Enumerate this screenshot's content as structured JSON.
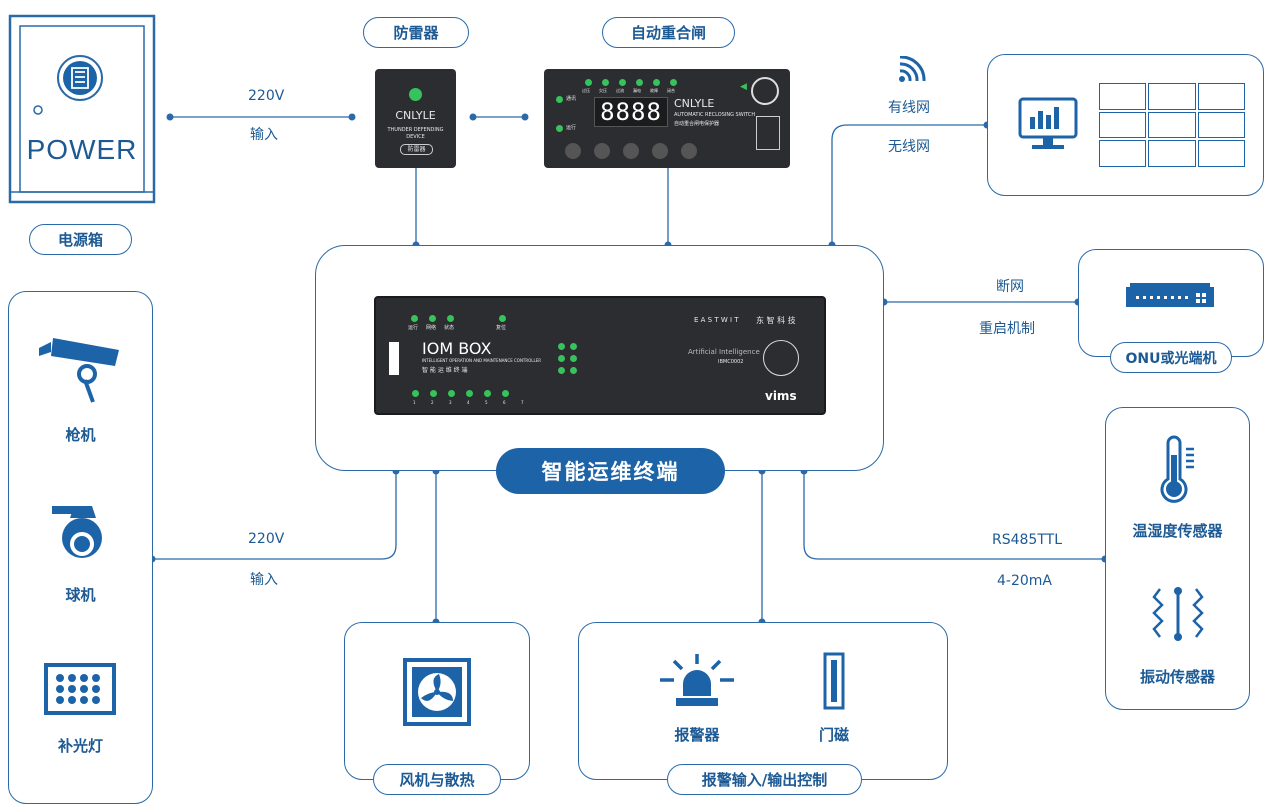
{
  "power_box": {
    "text": "POWER",
    "label": "电源箱"
  },
  "lightning": {
    "label": "防雷器",
    "brand": "CNLYLE",
    "line1": "THUNDER DEFENDING",
    "line2": "DEVICE",
    "button": "防雷器"
  },
  "recloser": {
    "label": "自动重合闸",
    "brand": "CNLYLE",
    "subtitle_en": "AUTOMATIC RECLOSING SWITCH",
    "subtitle_cn": "自动重合闸电保护器",
    "display": "8888",
    "side_labels": [
      "通讯",
      "运行"
    ],
    "top_labels": [
      "过压",
      "欠压",
      "过流",
      "漏电",
      "故障",
      "闭合"
    ]
  },
  "power_link": {
    "voltage": "220V",
    "io": "输入"
  },
  "network": {
    "wired": "有线网",
    "wireless": "无线网"
  },
  "onu": {
    "label": "ONU或光端机",
    "cut": "断网",
    "restart": "重启机制"
  },
  "iom": {
    "title": "IOM BOX",
    "subtitle_en": "INTELLIGENT OPERATION AND MAINTENANCE CONTROLLER",
    "subtitle_cn": "智 能 运 维 终 端",
    "brand_en": "E A S T W I T",
    "brand_cn": "东 智 科 技",
    "ai_text": "Artificial Intelligence",
    "model": "IBMC0002",
    "logo": "vims",
    "leds_top": [
      "运行",
      "网络",
      "状态",
      "复位"
    ],
    "port_numbers": [
      "1",
      "2",
      "3",
      "4",
      "5",
      "6",
      "7"
    ]
  },
  "main_label": "智能运维终端",
  "cameras": [
    {
      "label": "枪机",
      "icon": "bullet-camera-icon"
    },
    {
      "label": "球机",
      "icon": "dome-camera-icon"
    },
    {
      "label": "补光灯",
      "icon": "fill-light-icon"
    }
  ],
  "camera_link": {
    "voltage": "220V",
    "io": "输入"
  },
  "sensors": {
    "bus1": "RS485TTL",
    "bus2": "4-20mA",
    "temp": "温湿度传感器",
    "vibration": "振动传感器"
  },
  "fan": {
    "label": "风机与散热"
  },
  "alarm": {
    "group": "报警输入/输出控制",
    "alarm": "报警器",
    "door": "门磁"
  },
  "colors": {
    "primary": "#1d63a8",
    "line": "#2a6aa8",
    "device": "#2b2d30",
    "led": "#37c25b"
  }
}
